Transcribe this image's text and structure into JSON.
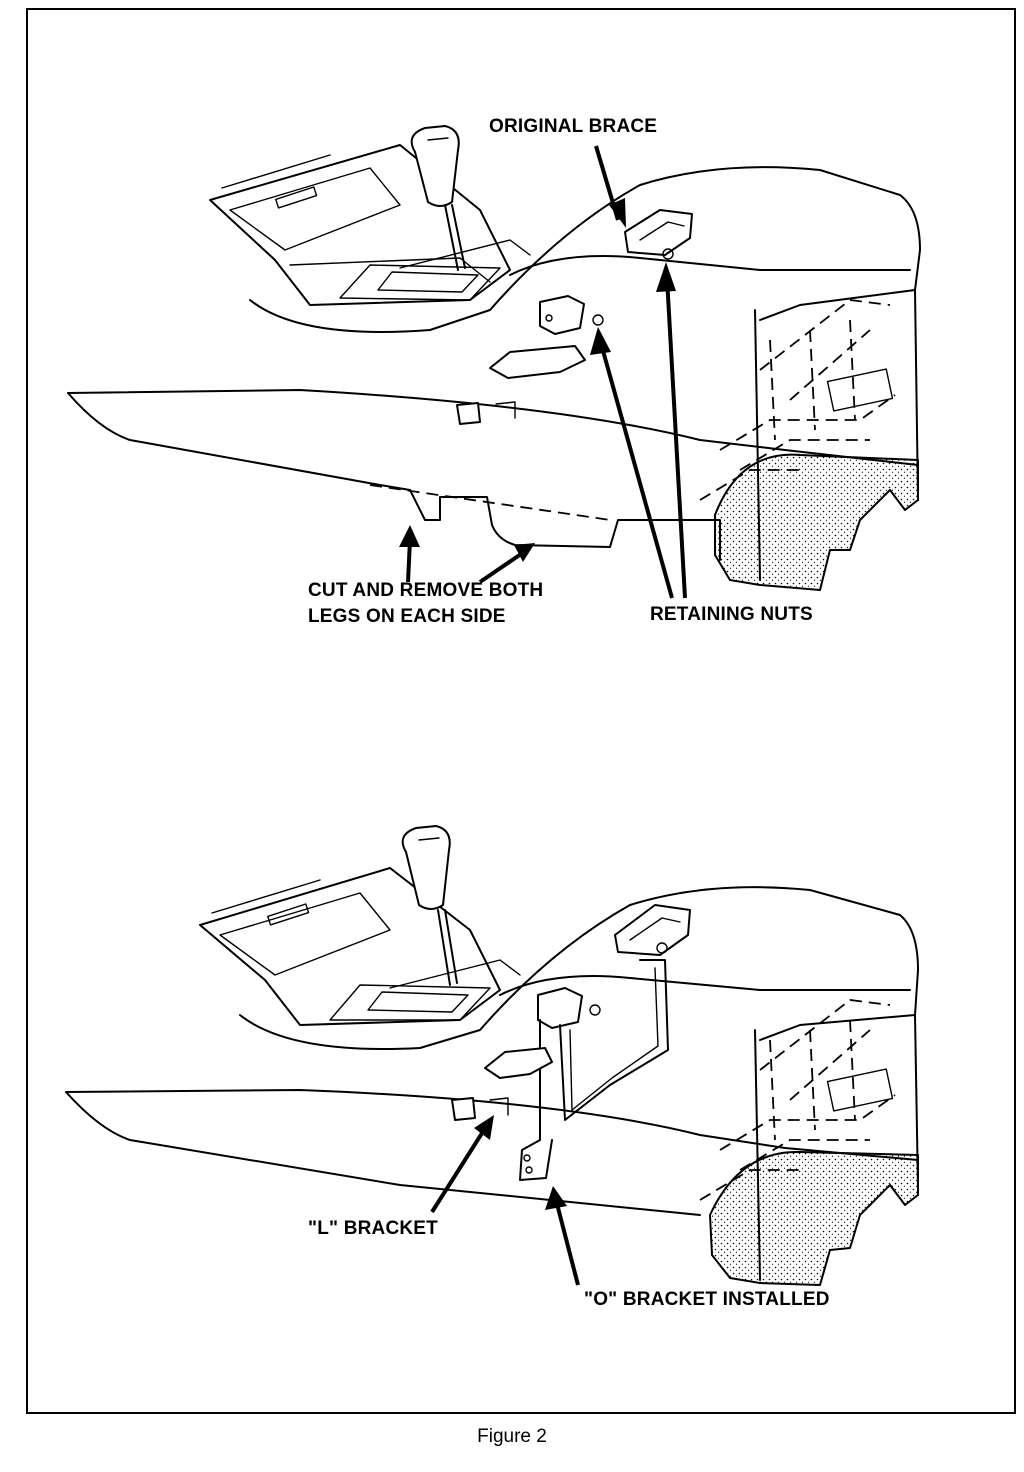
{
  "figure": {
    "caption": "Figure 2"
  },
  "top_view": {
    "labels": {
      "original_brace": "ORIGINAL BRACE",
      "cut_and_remove": "CUT AND REMOVE BOTH\nLEGS ON EACH SIDE",
      "retaining_nuts": "RETAINING NUTS"
    }
  },
  "bottom_view": {
    "labels": {
      "l_bracket": "\"L\" BRACKET",
      "o_bracket": "\"O\" BRACKET INSTALLED"
    }
  }
}
